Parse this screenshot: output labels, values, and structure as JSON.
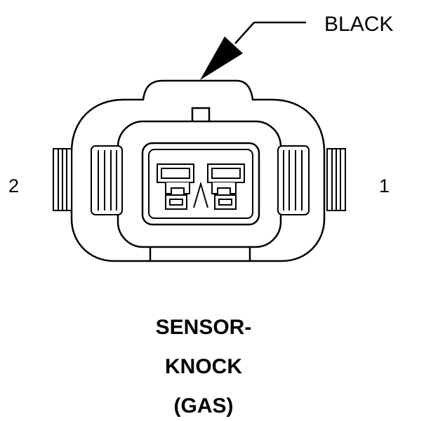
{
  "callout": {
    "color_label": "BLACK"
  },
  "pins": {
    "left": "2",
    "right": "1"
  },
  "caption": {
    "line1": "SENSOR-",
    "line2": "KNOCK",
    "line3": "(GAS)"
  }
}
